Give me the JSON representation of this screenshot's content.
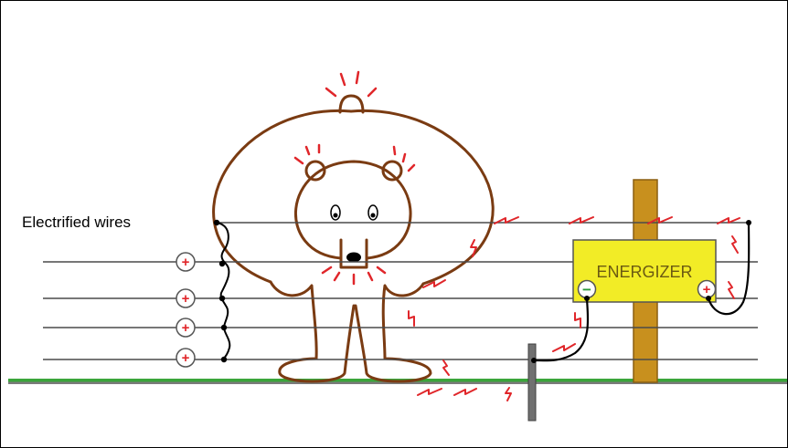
{
  "labels": {
    "wires_label": "Electrified wires",
    "energizer_label": "ENERGIZER",
    "positive_symbol": "+",
    "negative_symbol": "−"
  },
  "components": {
    "bear": "bear-figure",
    "fence_post": "wooden-post",
    "ground_rod": "ground-rod",
    "energizer": "energizer-box",
    "sparks": "spark-icon"
  },
  "colors": {
    "bear_outline": "#7a3b12",
    "spark": "#e0262a",
    "wire": "#4a4a4a",
    "ground_green": "#3aa53a",
    "post": "#c8901e",
    "energizer_fill": "#f2ec26",
    "energizer_text": "#6b5a12",
    "terminal_plus": "#e0262a",
    "terminal_minus": "#2a9a3a",
    "ground_rod": "#707070"
  }
}
